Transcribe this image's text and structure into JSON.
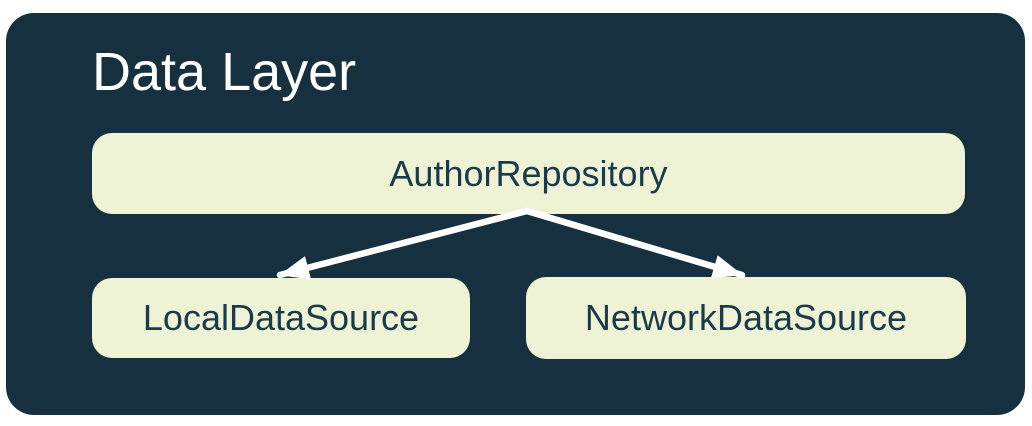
{
  "diagram": {
    "title": "Data Layer",
    "nodes": [
      {
        "id": "author-repository",
        "label": "AuthorRepository"
      },
      {
        "id": "local-data-source",
        "label": "LocalDataSource"
      },
      {
        "id": "network-data-source",
        "label": "NetworkDataSource"
      }
    ],
    "edges": [
      {
        "from": "AuthorRepository",
        "to": "LocalDataSource"
      },
      {
        "from": "AuthorRepository",
        "to": "NetworkDataSource"
      }
    ],
    "colors": {
      "page_bg": "#FFFFFF",
      "container_bg": "#16303F",
      "node_bg": "#EEF3D6",
      "title_text": "#FFFFFF",
      "node_text": "#1B3A4A",
      "arrow": "#FFFFFF"
    }
  }
}
